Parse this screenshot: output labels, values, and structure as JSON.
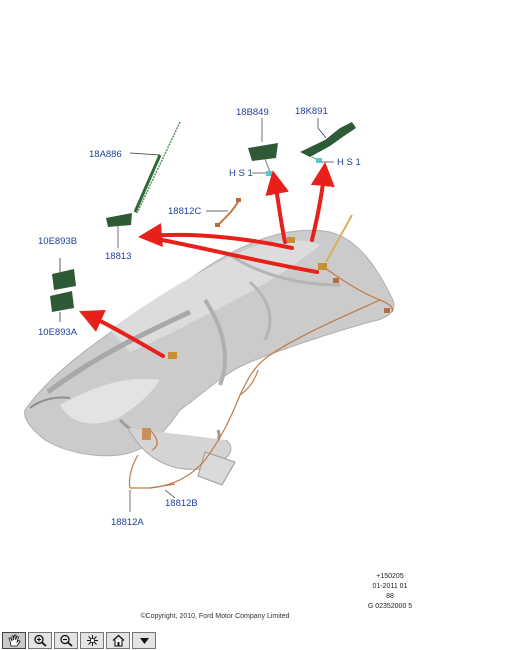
{
  "parts": {
    "p18A886": "18A886",
    "p18813": "18813",
    "p18B849": "18B849",
    "p18K891": "18K891",
    "hs1_left": "H S 1",
    "hs1_right": "H S 1",
    "p18812C": "18812C",
    "p10E893B": "10E893B",
    "p10E893A": "10E893A",
    "p18812A": "18812A",
    "p18812B": "18812B"
  },
  "meta": {
    "line1": "+150205",
    "line2": "01-2011 01",
    "line3": "88",
    "line4": "G 02352000 5"
  },
  "copyright": "©Copyright, 2010, Ford Motor Company Limited",
  "toolbar": {
    "icons": [
      "hand-icon",
      "zoom-in-icon",
      "zoom-out-icon",
      "fit-icon",
      "home-icon",
      "dropdown-icon"
    ]
  },
  "colors": {
    "arrow": "#e8201a",
    "label": "#1f3f9a",
    "car": "#c9c9c9",
    "module": "#2f5a36",
    "harness": "#c07a48"
  }
}
